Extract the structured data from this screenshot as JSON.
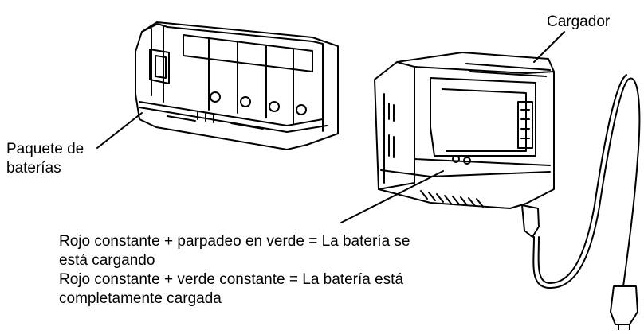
{
  "labels": {
    "charger": "Cargador",
    "battery_pack": [
      "Paquete de",
      "baterías"
    ],
    "status_lines": [
      "Rojo constante + parpadeo en verde = La batería se",
      "está cargando",
      "Rojo constante + verde constante = La batería está",
      "completamente cargada"
    ]
  }
}
